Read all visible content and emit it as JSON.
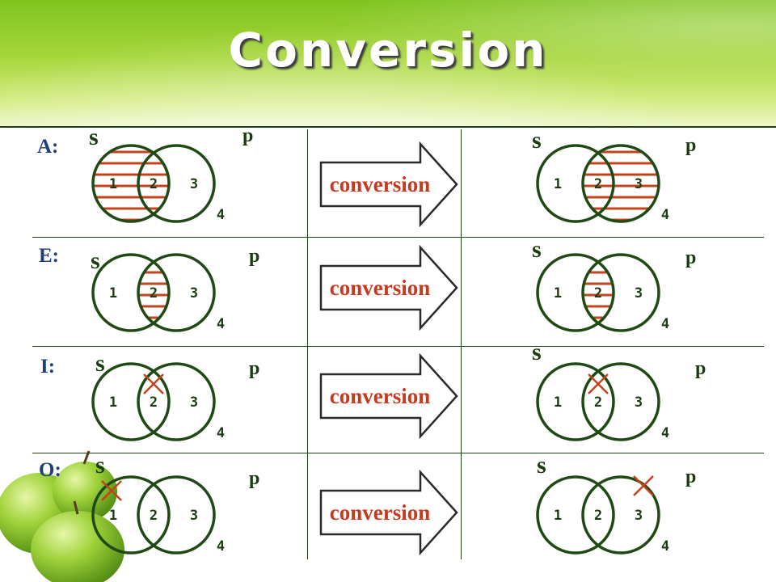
{
  "title": "Conversion",
  "colors": {
    "circle": "#1f4a14",
    "shade": "#c0441c",
    "arrow_text": "#c83a1e",
    "row_label": "#1d3f7a"
  },
  "rows": [
    {
      "label": "A:",
      "arrow_label": "conversion",
      "left": {
        "s": "s",
        "p": "p",
        "regions": [
          "1",
          "2",
          "3",
          "4"
        ],
        "shaded": [
          1,
          2
        ],
        "mark": null
      },
      "right": {
        "s": "s",
        "p": "p",
        "regions": [
          "1",
          "2",
          "3",
          "4"
        ],
        "shaded": [
          2,
          3
        ],
        "mark": null
      }
    },
    {
      "label": "E:",
      "arrow_label": "conversion",
      "left": {
        "s": "s",
        "p": "p",
        "regions": [
          "1",
          "2",
          "3",
          "4"
        ],
        "shaded": [
          2
        ],
        "mark": null
      },
      "right": {
        "s": "s",
        "p": "p",
        "regions": [
          "1",
          "2",
          "3",
          "4"
        ],
        "shaded": [
          2
        ],
        "mark": null
      }
    },
    {
      "label": "I:",
      "arrow_label": "conversion",
      "left": {
        "s": "s",
        "p": "p",
        "regions": [
          "1",
          "2",
          "3",
          "4"
        ],
        "shaded": [],
        "mark": 2
      },
      "right": {
        "s": "s",
        "p": "p",
        "regions": [
          "1",
          "2",
          "3",
          "4"
        ],
        "shaded": [],
        "mark": 2
      }
    },
    {
      "label": "O:",
      "arrow_label": "conversion",
      "left": {
        "s": "s",
        "p": "p",
        "regions": [
          "1",
          "2",
          "3",
          "4"
        ],
        "shaded": [],
        "mark": 1
      },
      "right": {
        "s": "s",
        "p": "p",
        "regions": [
          "1",
          "2",
          "3",
          "4"
        ],
        "shaded": [],
        "mark": 3
      }
    }
  ]
}
